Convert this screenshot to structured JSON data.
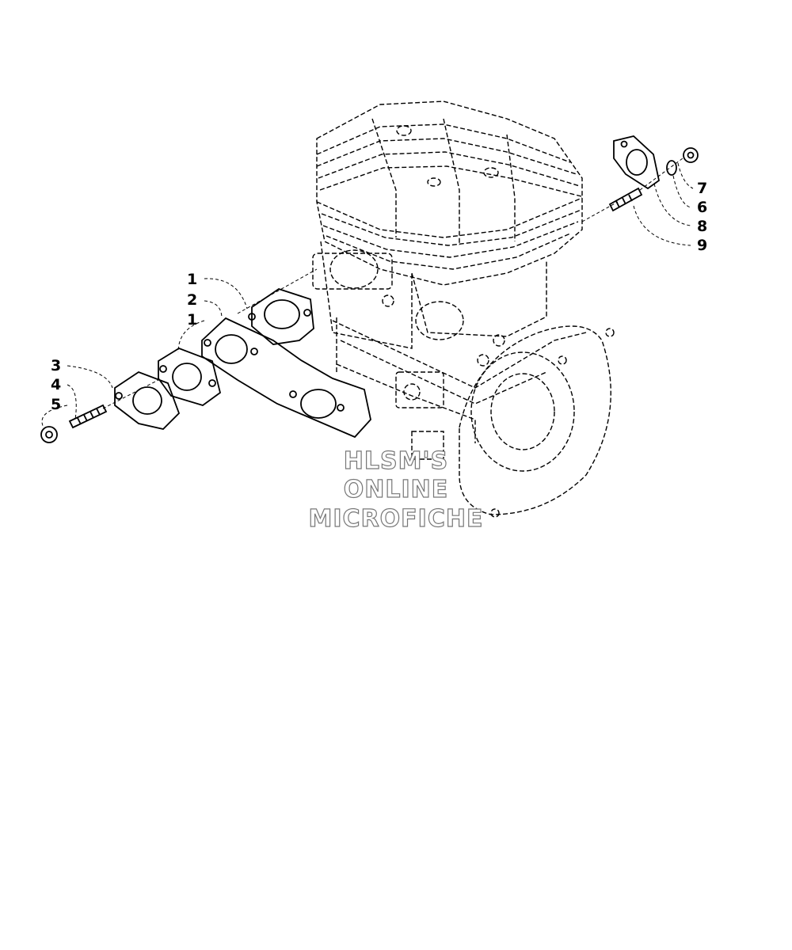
{
  "callouts": [
    {
      "id": "c1a",
      "text": "1"
    },
    {
      "id": "c2",
      "text": "2"
    },
    {
      "id": "c1b",
      "text": "1"
    },
    {
      "id": "c3",
      "text": "3"
    },
    {
      "id": "c4",
      "text": "4"
    },
    {
      "id": "c5",
      "text": "5"
    },
    {
      "id": "c7",
      "text": "7"
    },
    {
      "id": "c6",
      "text": "6"
    },
    {
      "id": "c8",
      "text": "8"
    },
    {
      "id": "c9",
      "text": "9"
    }
  ],
  "watermark": {
    "line1": "HLSM'S",
    "line2": "ONLINE",
    "line3": "MICROFICHE"
  }
}
